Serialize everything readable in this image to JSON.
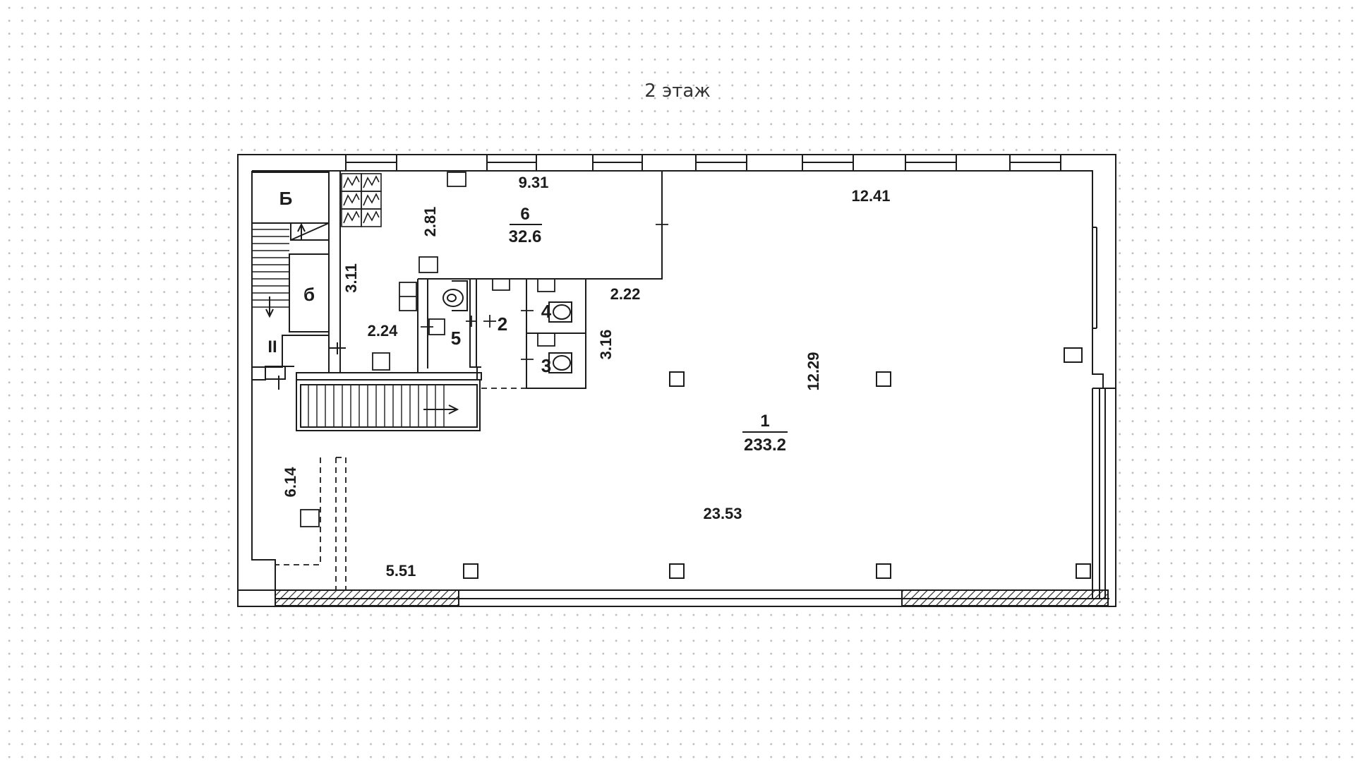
{
  "title": "2 этаж",
  "colors": {
    "wall": "#1c1c1c",
    "background": "#ffffff",
    "grid_dots": "#b9bcc2"
  },
  "rooms": {
    "r1": {
      "number": "1",
      "area": "233.2"
    },
    "r2": {
      "number": "2"
    },
    "r3": {
      "number": "3"
    },
    "r4": {
      "number": "4"
    },
    "r5": {
      "number": "5"
    },
    "r6": {
      "number": "6",
      "area": "32.6"
    }
  },
  "stairs": {
    "b_label": "Б",
    "b_lower": "б",
    "roman": "II"
  },
  "dimensions": {
    "d931": "9.31",
    "d1241": "12.41",
    "d281": "2.81",
    "d311": "3.11",
    "d224": "2.24",
    "d222": "2.22",
    "d316": "3.16",
    "d1229": "12.29",
    "d614": "6.14",
    "d2353": "23.53",
    "d551": "5.51"
  }
}
